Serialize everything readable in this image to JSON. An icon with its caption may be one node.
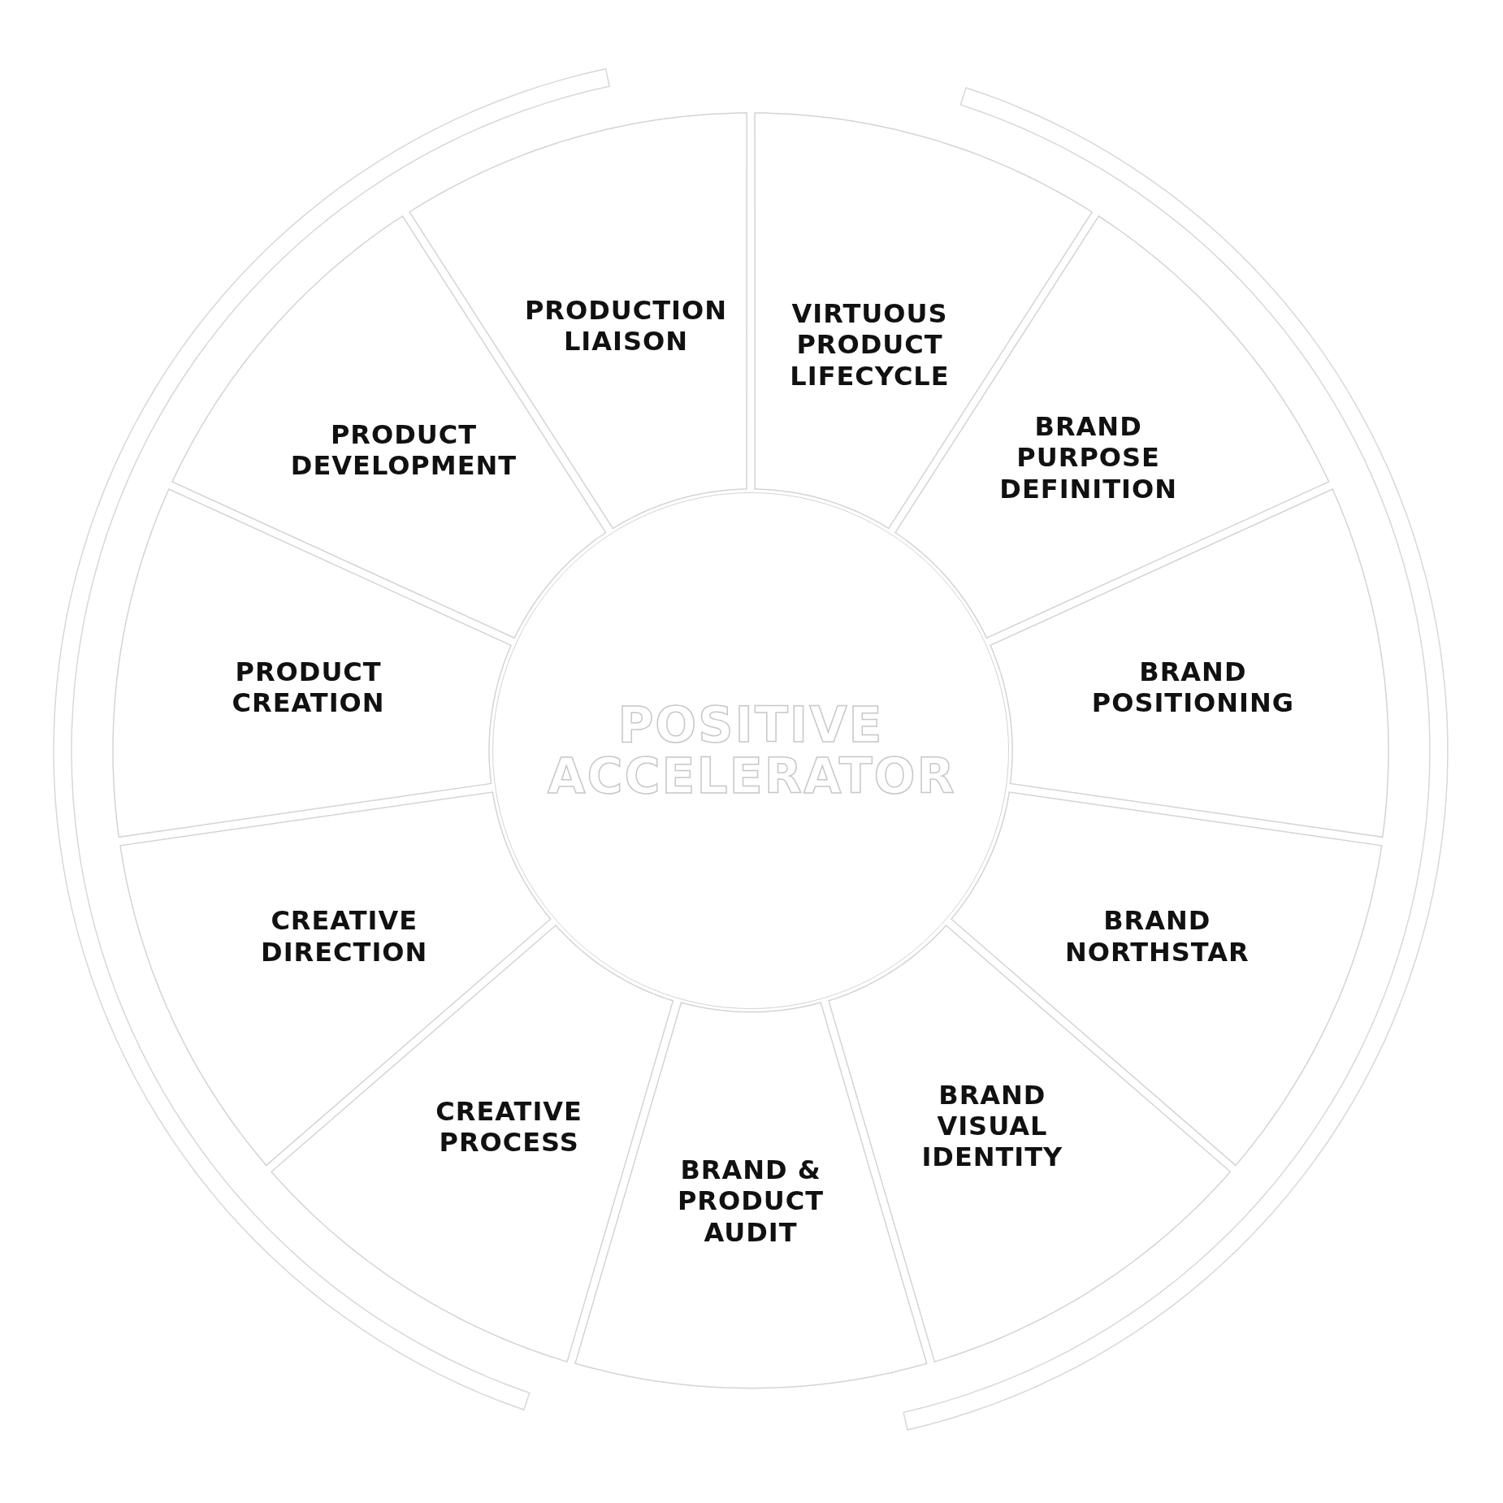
{
  "diagram": {
    "nodes": [
      {
        "text": [
          "POSITIVE ACCELERATOR"
        ]
      },
      {
        "text": [
          "VIRTUOUS PRODUCT LIFECYCLE"
        ]
      },
      {
        "text": [
          "BRAND PURPOSE DEFINITION"
        ]
      },
      {
        "text": [
          "BRAND POSITIONING"
        ]
      },
      {
        "text": [
          "BRAND NORTHSTAR"
        ]
      },
      {
        "text": [
          "BRAND VISUAL IDENTITY"
        ]
      },
      {
        "text": [
          "BRAND & PRODUCT AUDIT"
        ]
      },
      {
        "text": [
          "CREATIVE PROCESS"
        ]
      },
      {
        "text": [
          "CREATIVE DIRECTION"
        ]
      },
      {
        "text": [
          "PRODUCT CREATION"
        ]
      },
      {
        "text": [
          "PRODUCT DEVELOPMENT"
        ]
      },
      {
        "text": [
          "PRODUCTION LIAISON"
        ]
      }
    ],
    "edges": []
  }
}
